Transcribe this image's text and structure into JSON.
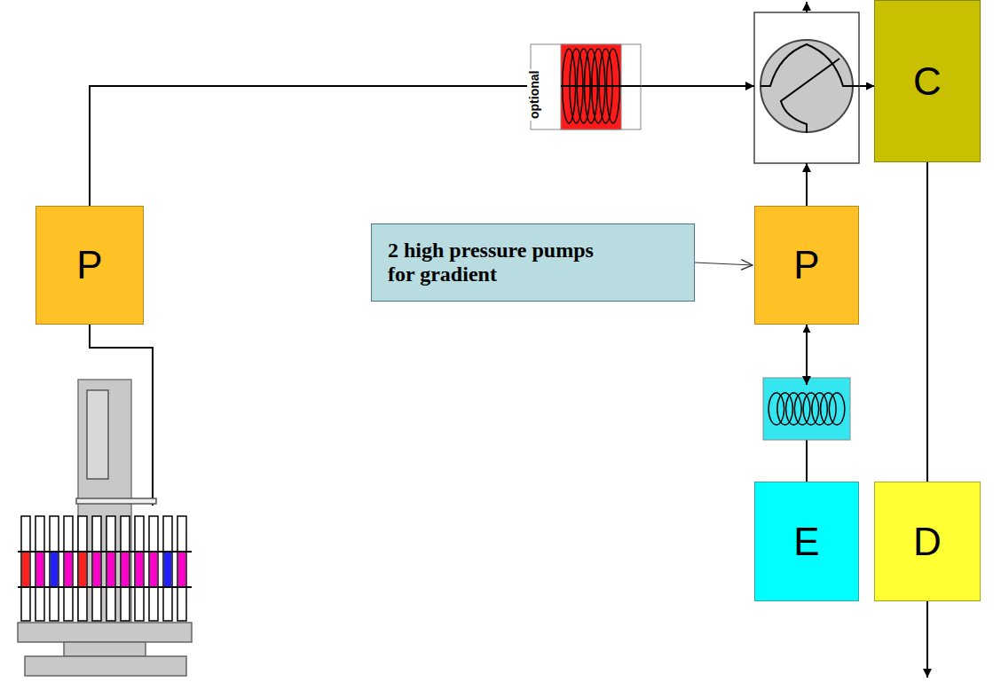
{
  "diagram": {
    "nodes": [
      {
        "text": [
          "P"
        ]
      },
      {
        "text": [
          "2 high pressure pumps for gradient"
        ]
      },
      {
        "text": [
          "P"
        ]
      },
      {
        "text": [
          "C"
        ]
      },
      {
        "text": [
          "E"
        ]
      },
      {
        "text": [
          "D"
        ]
      }
    ],
    "edges": [
      {
        "from": 0,
        "to": 3,
        "arrow": "to"
      },
      {
        "from": 2,
        "to": 3,
        "arrow": "to"
      },
      {
        "from": 4,
        "to": 2,
        "arrow": "to"
      },
      {
        "from": 3,
        "to": 5,
        "arrow": "none"
      },
      {
        "from": 1,
        "to": 2,
        "arrow": "to"
      }
    ],
    "labels": [
      "optional"
    ]
  }
}
